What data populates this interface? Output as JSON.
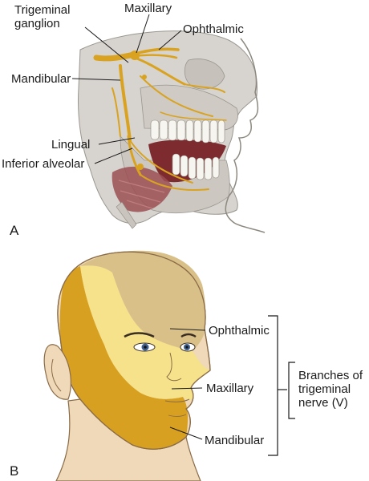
{
  "panel_a": {
    "letter": "A",
    "labels": {
      "trigeminal_ganglion": "Trigeminal\nganglion",
      "maxillary": "Maxillary",
      "ophthalmic": "Ophthalmic",
      "mandibular": "Mandibular",
      "lingual": "Lingual",
      "inferior_alveolar": "Inferior alveolar"
    }
  },
  "panel_b": {
    "letter": "B",
    "labels": {
      "ophthalmic": "Ophthalmic",
      "maxillary": "Maxillary",
      "mandibular": "Mandibular",
      "branches": "Branches of\ntrigeminal\nnerve (V)"
    },
    "colors": {
      "ophthalmic": "#d9c089",
      "maxillary": "#f5e28a",
      "mandibular": "#d8a020",
      "skin": "#efd9b8"
    }
  }
}
